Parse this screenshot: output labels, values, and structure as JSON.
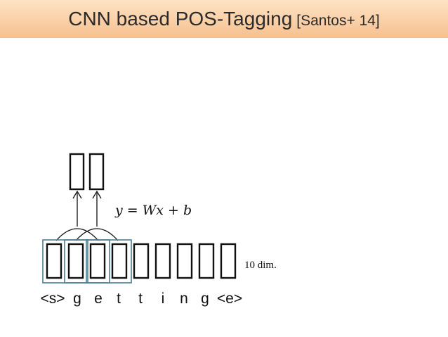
{
  "title": {
    "main": "CNN based POS-Tagging",
    "citation": "[Santos+ 14]"
  },
  "diagram": {
    "formula": "y = Wx + b",
    "dimension_label": "10 dim.",
    "characters": [
      "<s>",
      "g",
      "e",
      "t",
      "t",
      "i",
      "n",
      "g",
      "<e>"
    ]
  },
  "colors": {
    "title_gradient_top": "#fde3c4",
    "title_gradient_bottom": "#f7c08f",
    "filter_window": "#4a7f92"
  }
}
